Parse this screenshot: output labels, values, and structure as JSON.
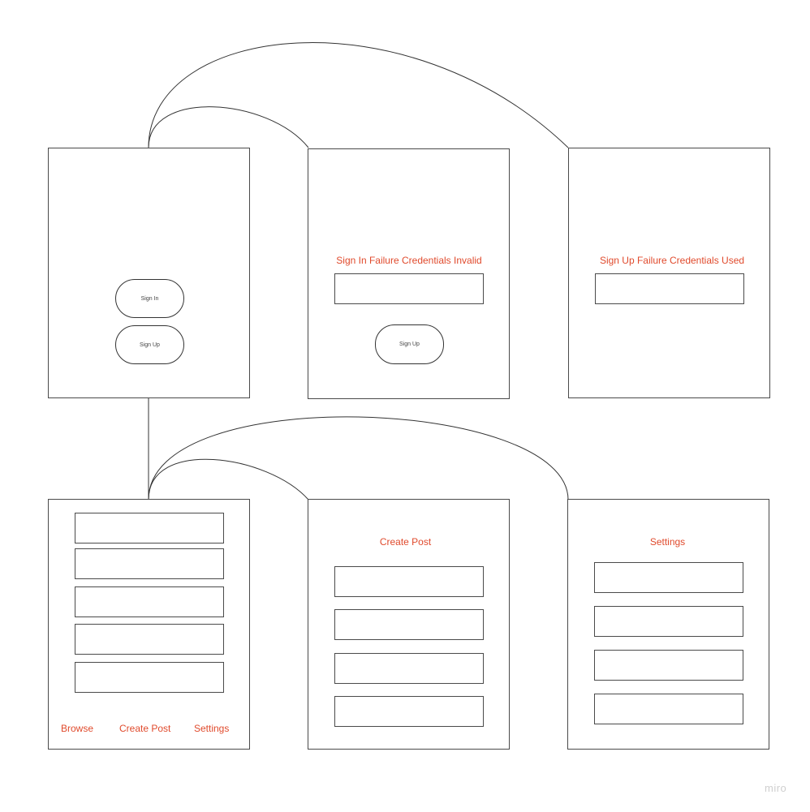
{
  "screens": {
    "welcome": {
      "sign_in_label": "Sign In",
      "sign_up_label": "Sign Up"
    },
    "sign_in_failure": {
      "title": "Sign In Failure Credentials Invalid",
      "sign_up_label": "Sign Up"
    },
    "sign_up_failure": {
      "title": "Sign Up Failure Credentials Used"
    },
    "browse": {
      "nav": {
        "browse": "Browse",
        "create_post": "Create Post",
        "settings": "Settings"
      }
    },
    "create_post": {
      "title": "Create Post"
    },
    "settings": {
      "title": "Settings"
    }
  },
  "colors": {
    "accent": "#e04a2c",
    "stroke": "#4a4a4a"
  },
  "watermark": "miro"
}
